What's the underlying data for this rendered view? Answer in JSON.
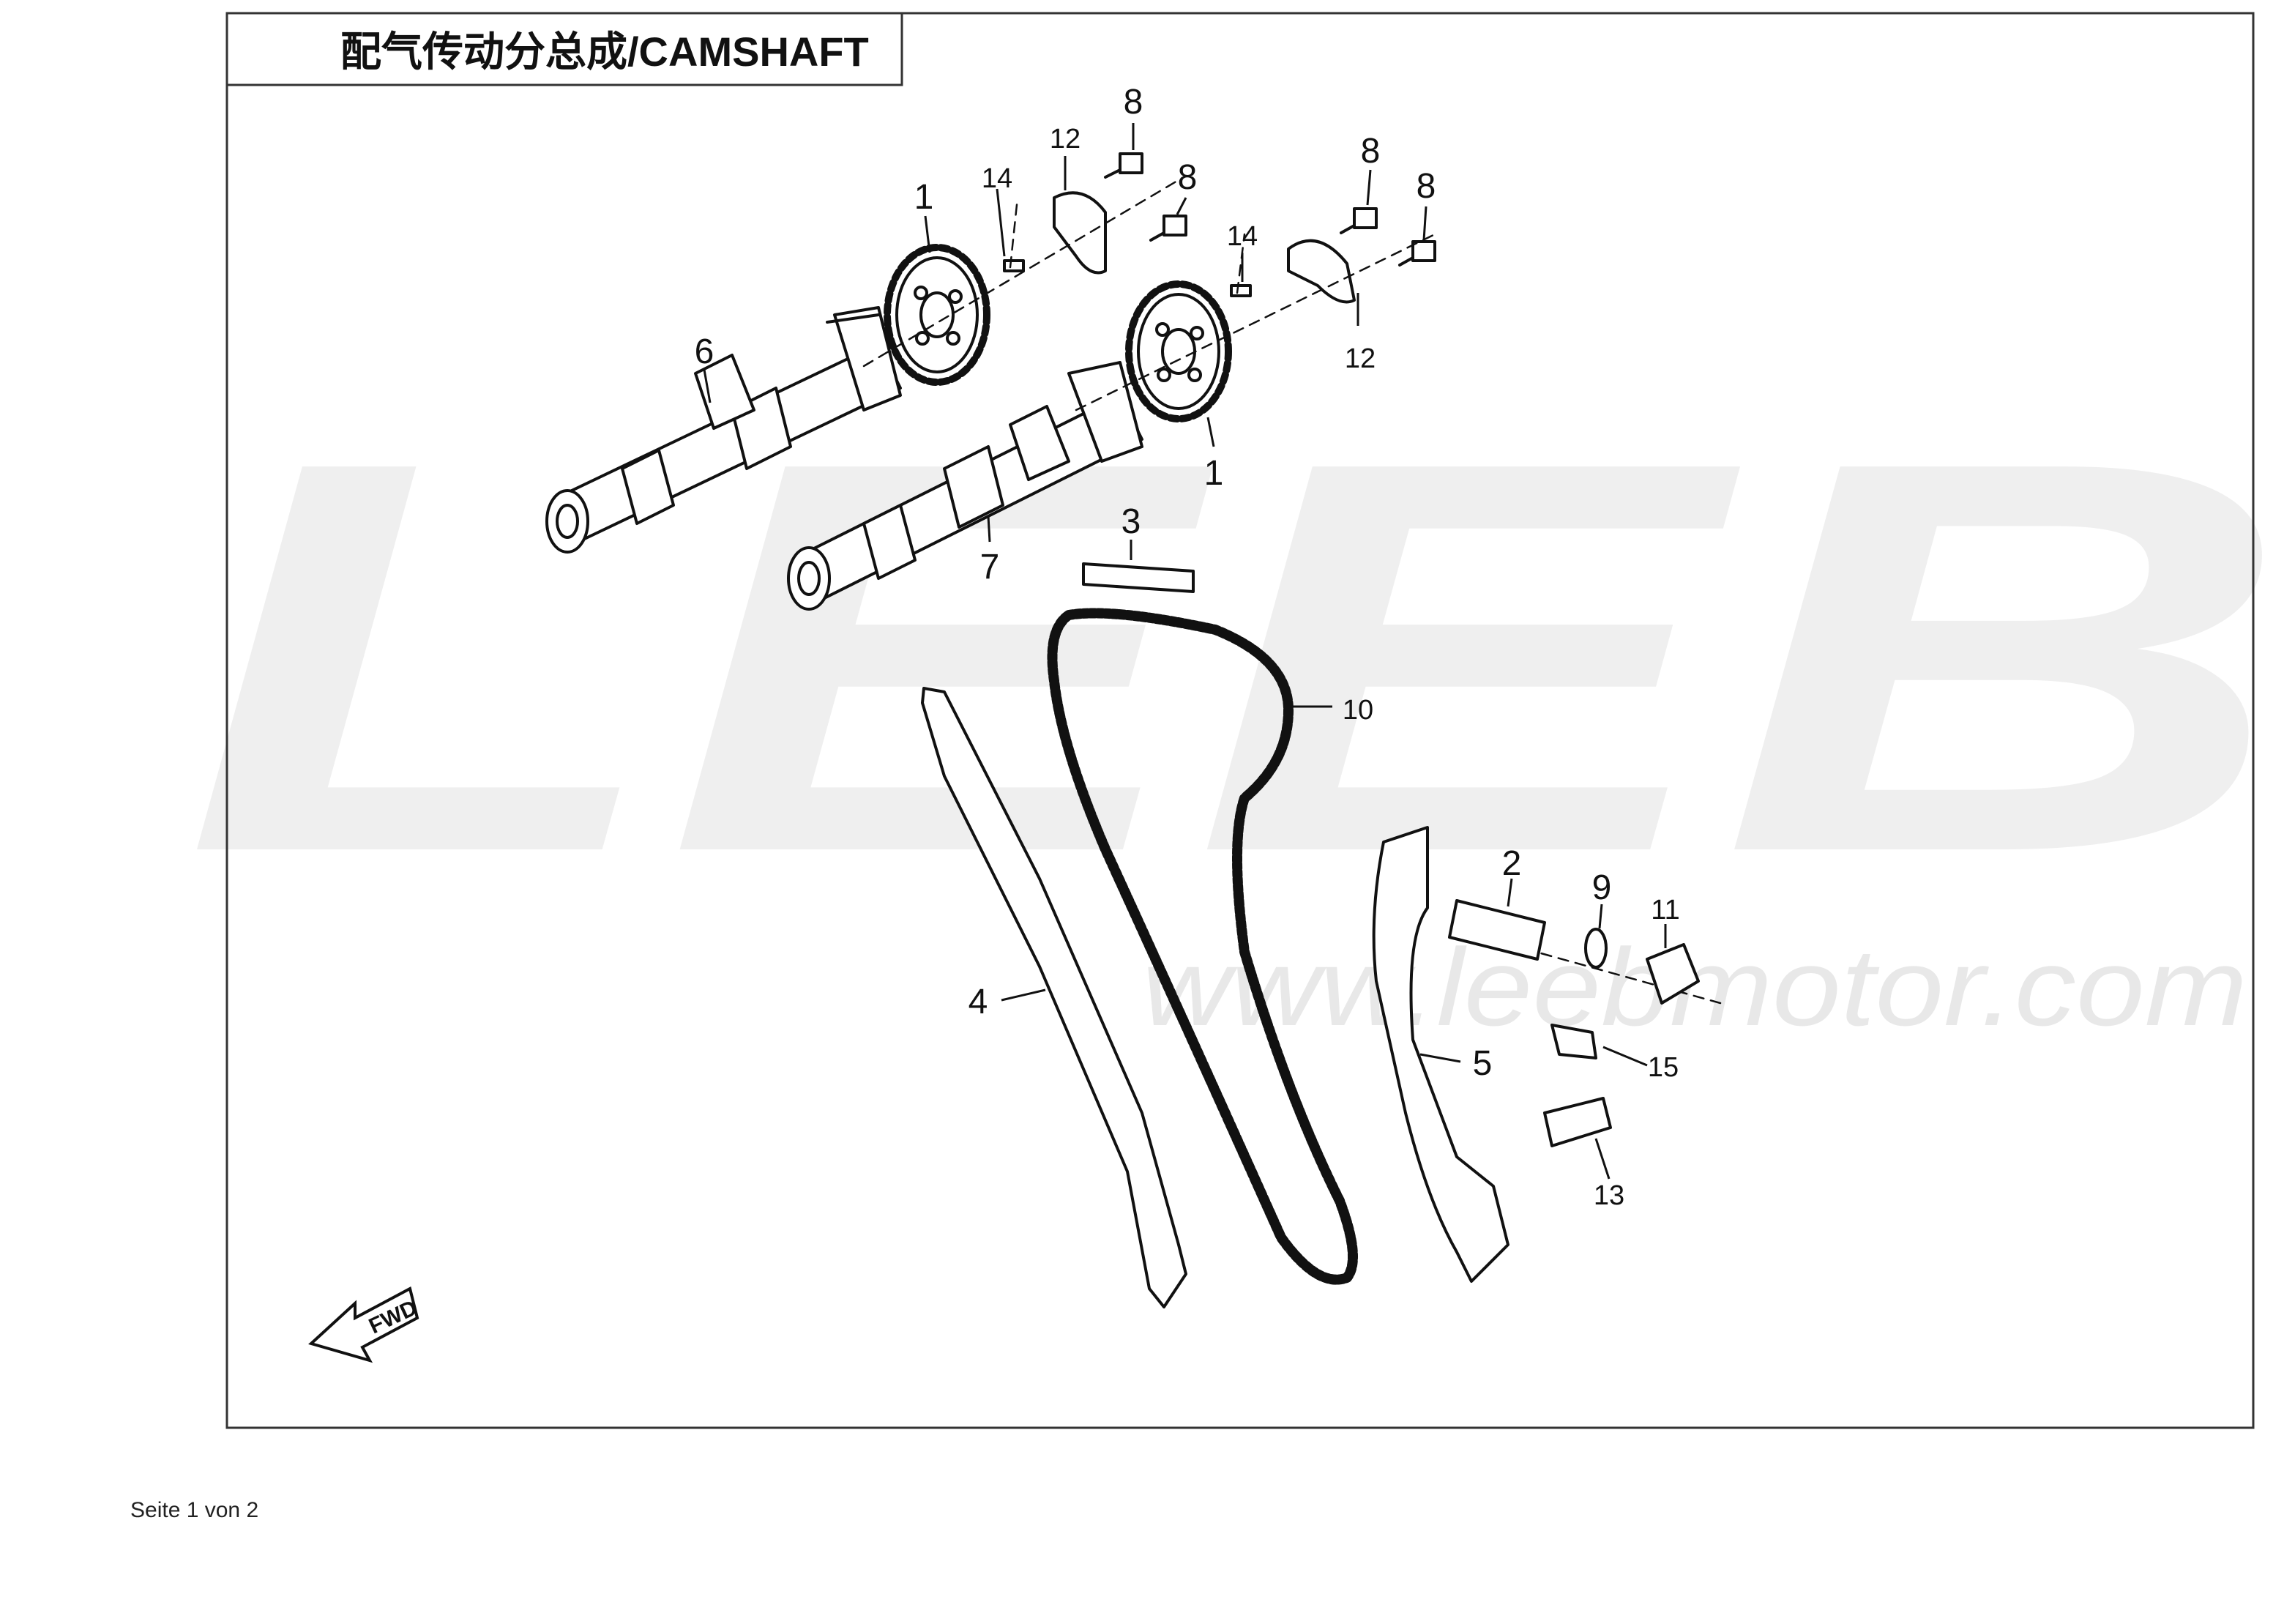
{
  "title": "配气传动分总成/CAMSHAFT",
  "watermark": {
    "brand": "LEEB",
    "url": "www.leebmotor.com"
  },
  "fwd_label": "FWD",
  "footer": "Seite 1 von 2",
  "colors": {
    "line": "#111111",
    "watermark": "#efefef",
    "watermark_url": "#e8e8e8",
    "frame": "#333333"
  },
  "callouts": [
    {
      "id": "c8a",
      "label": "8"
    },
    {
      "id": "c8b",
      "label": "8"
    },
    {
      "id": "c8c",
      "label": "8"
    },
    {
      "id": "c8d",
      "label": "8"
    },
    {
      "id": "c12a",
      "label": "12"
    },
    {
      "id": "c12b",
      "label": "12"
    },
    {
      "id": "c14a",
      "label": "14"
    },
    {
      "id": "c14b",
      "label": "14"
    },
    {
      "id": "c1a",
      "label": "1"
    },
    {
      "id": "c1b",
      "label": "1"
    },
    {
      "id": "c6",
      "label": "6"
    },
    {
      "id": "c7",
      "label": "7"
    },
    {
      "id": "c3",
      "label": "3"
    },
    {
      "id": "c10",
      "label": "10"
    },
    {
      "id": "c4",
      "label": "4"
    },
    {
      "id": "c5",
      "label": "5"
    },
    {
      "id": "c2",
      "label": "2"
    },
    {
      "id": "c9",
      "label": "9"
    },
    {
      "id": "c11",
      "label": "11"
    },
    {
      "id": "c15",
      "label": "15"
    },
    {
      "id": "c13",
      "label": "13"
    }
  ]
}
